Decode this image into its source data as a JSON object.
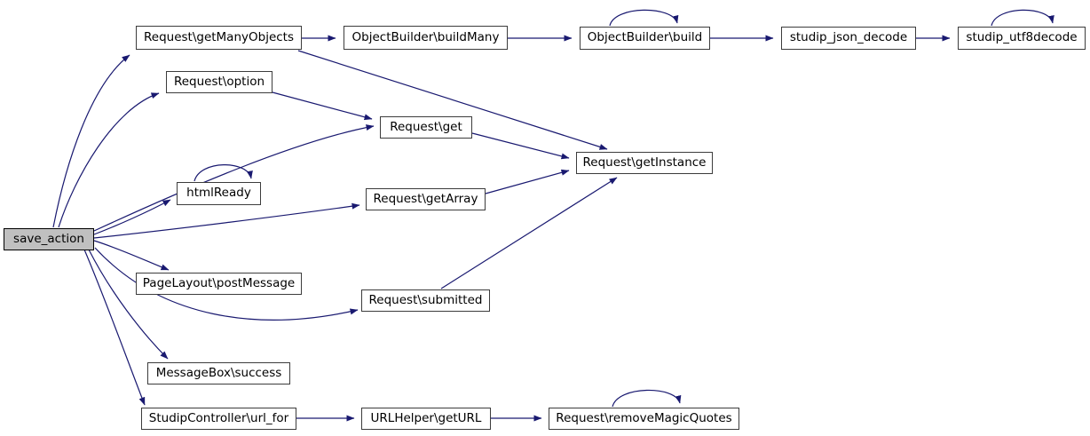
{
  "diagram": {
    "kind": "doxygen-call-graph",
    "root": "save_action",
    "nodes": [
      {
        "label": "save_action",
        "highlighted": true
      },
      {
        "label": "Request\\getManyObjects",
        "highlighted": false
      },
      {
        "label": "ObjectBuilder\\buildMany",
        "highlighted": false
      },
      {
        "label": "ObjectBuilder\\build",
        "highlighted": false
      },
      {
        "label": "studip_json_decode",
        "highlighted": false
      },
      {
        "label": "studip_utf8decode",
        "highlighted": false
      },
      {
        "label": "Request\\option",
        "highlighted": false
      },
      {
        "label": "Request\\get",
        "highlighted": false
      },
      {
        "label": "Request\\getInstance",
        "highlighted": false
      },
      {
        "label": "htmlReady",
        "highlighted": false
      },
      {
        "label": "Request\\getArray",
        "highlighted": false
      },
      {
        "label": "PageLayout\\postMessage",
        "highlighted": false
      },
      {
        "label": "Request\\submitted",
        "highlighted": false
      },
      {
        "label": "MessageBox\\success",
        "highlighted": false
      },
      {
        "label": "StudipController\\url_for",
        "highlighted": false
      },
      {
        "label": "URLHelper\\getURL",
        "highlighted": false
      },
      {
        "label": "Request\\removeMagicQuotes",
        "highlighted": false
      }
    ],
    "edges": [
      {
        "from": "save_action",
        "to": "Request\\getManyObjects"
      },
      {
        "from": "save_action",
        "to": "Request\\option"
      },
      {
        "from": "save_action",
        "to": "Request\\get"
      },
      {
        "from": "save_action",
        "to": "htmlReady"
      },
      {
        "from": "save_action",
        "to": "Request\\getArray"
      },
      {
        "from": "save_action",
        "to": "PageLayout\\postMessage"
      },
      {
        "from": "save_action",
        "to": "Request\\submitted"
      },
      {
        "from": "save_action",
        "to": "MessageBox\\success"
      },
      {
        "from": "save_action",
        "to": "StudipController\\url_for"
      },
      {
        "from": "Request\\getManyObjects",
        "to": "ObjectBuilder\\buildMany"
      },
      {
        "from": "Request\\getManyObjects",
        "to": "Request\\getInstance"
      },
      {
        "from": "ObjectBuilder\\buildMany",
        "to": "ObjectBuilder\\build"
      },
      {
        "from": "ObjectBuilder\\build",
        "to": "ObjectBuilder\\build"
      },
      {
        "from": "ObjectBuilder\\build",
        "to": "studip_json_decode"
      },
      {
        "from": "studip_json_decode",
        "to": "studip_utf8decode"
      },
      {
        "from": "studip_utf8decode",
        "to": "studip_utf8decode"
      },
      {
        "from": "Request\\option",
        "to": "Request\\get"
      },
      {
        "from": "Request\\get",
        "to": "Request\\getInstance"
      },
      {
        "from": "Request\\getArray",
        "to": "Request\\getInstance"
      },
      {
        "from": "Request\\submitted",
        "to": "Request\\getInstance"
      },
      {
        "from": "htmlReady",
        "to": "htmlReady"
      },
      {
        "from": "StudipController\\url_for",
        "to": "URLHelper\\getURL"
      },
      {
        "from": "URLHelper\\getURL",
        "to": "Request\\removeMagicQuotes"
      },
      {
        "from": "Request\\removeMagicQuotes",
        "to": "Request\\removeMagicQuotes"
      }
    ],
    "colors": {
      "edge": "#191970",
      "node_fill": "#ffffff",
      "node_border": "#3c3c3c",
      "root_fill": "#c0c0c0",
      "background": "#ffffff"
    }
  }
}
